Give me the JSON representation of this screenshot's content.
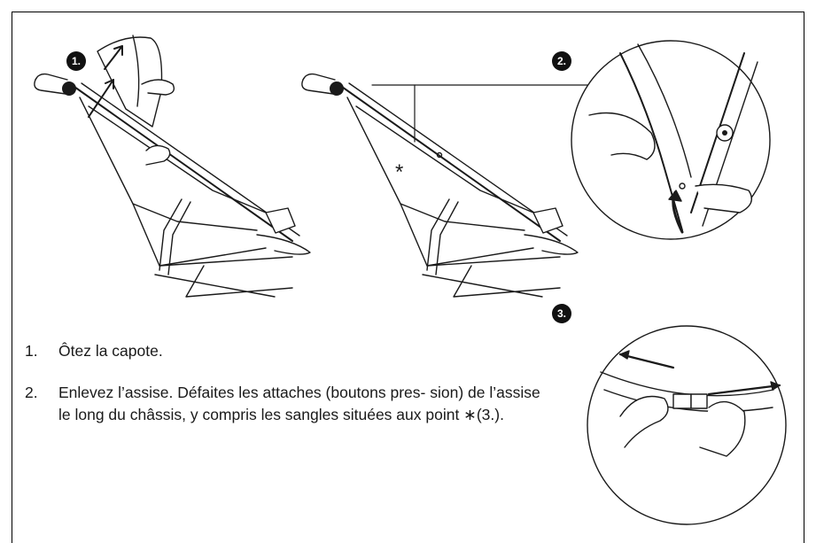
{
  "figure": {
    "step_badges": [
      "1.",
      "2.",
      "3."
    ],
    "asterisk_marker": "*"
  },
  "instructions": [
    {
      "number": "1.",
      "text": "Ôtez la capote."
    },
    {
      "number": "2.",
      "text": "Enlevez l’assise. Défaites les attaches (boutons pres- sion) de l’assise le long du châssis, y compris les sangles situées aux point ∗(3.)."
    }
  ]
}
